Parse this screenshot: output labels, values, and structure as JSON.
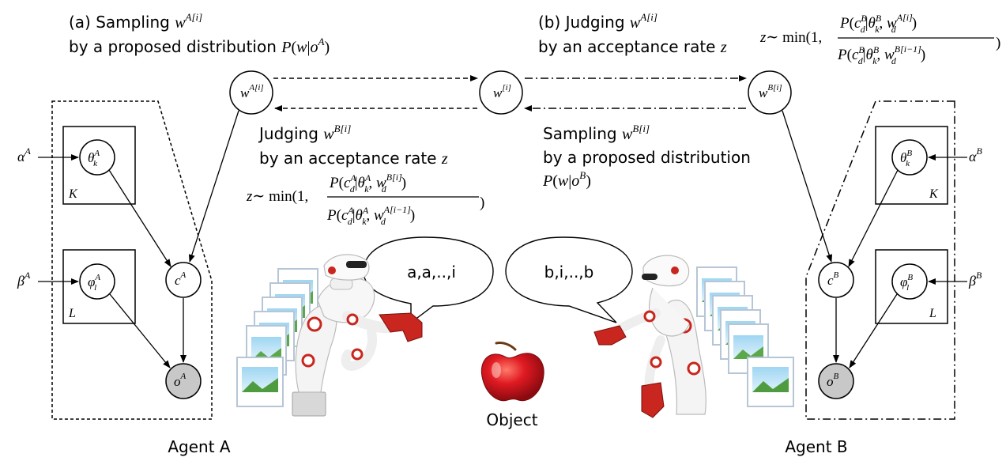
{
  "annotations": {
    "a_line1_text": "(a) Sampling ",
    "a_line2_text": "by a proposed distribution ",
    "b_line1_text": "(b) Judging ",
    "b_line2_text": "by an acceptance rate ",
    "judge_line1_text": "Judging ",
    "judge_line2_text": "by an acceptance rate ",
    "samp_line1_text": "Sampling ",
    "samp_line2_text": "by a proposed distribution",
    "z_var": "z",
    "min_prefix": "z∼ min(1,",
    "close_paren": ")"
  },
  "formula_top": {
    "num": "P(c_d^B|θ_k^B, w_d^{A[i]})",
    "den": "P(c_d^B|θ_k^B, w_d^{B[i−1]})"
  },
  "formula_left": {
    "num": "P(c_d^A|θ_k^A, w_d^{B[i]})",
    "den": "P(c_d^A|θ_k^A, w_d^{A[i−1]})"
  },
  "nodes": {
    "wA": "w^{A[i]}",
    "w": "w^{[i]}",
    "wB": "w^{B[i]}",
    "thetaA": "θ_k^A",
    "phiA": "φ_l^A",
    "cA": "c^A",
    "oA": "o^A",
    "thetaB": "θ_k^B",
    "phiB": "φ_l^B",
    "cB": "c^B",
    "oB": "o^B",
    "alphaA": "α^A",
    "betaA": "β^A",
    "alphaB": "α^B",
    "betaB": "β^B"
  },
  "plates": {
    "K": "K",
    "L": "L"
  },
  "speech": {
    "agentA": "a,a,..,i",
    "agentB": "b,i,..,b"
  },
  "labels": {
    "object": "Object",
    "agentA": "Agent A",
    "agentB": "Agent B"
  },
  "colors": {
    "observed_fill": "#c8c8c8",
    "robot_red": "#c8261e",
    "apple_red": "#d8141c"
  }
}
